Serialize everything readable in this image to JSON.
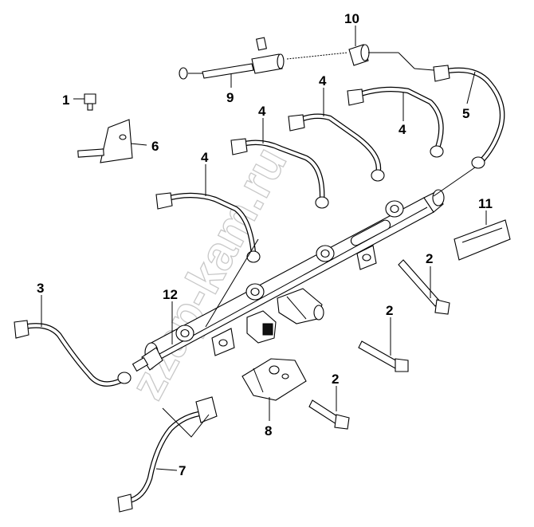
{
  "watermark": "zzap-kam.ru",
  "callouts": [
    {
      "id": "c1",
      "label": "1"
    },
    {
      "id": "c2a",
      "label": "2"
    },
    {
      "id": "c2b",
      "label": "2"
    },
    {
      "id": "c2c",
      "label": "2"
    },
    {
      "id": "c3",
      "label": "3"
    },
    {
      "id": "c4a",
      "label": "4"
    },
    {
      "id": "c4b",
      "label": "4"
    },
    {
      "id": "c4c",
      "label": "4"
    },
    {
      "id": "c4d",
      "label": "4"
    },
    {
      "id": "c5",
      "label": "5"
    },
    {
      "id": "c6",
      "label": "6"
    },
    {
      "id": "c7",
      "label": "7"
    },
    {
      "id": "c8",
      "label": "8"
    },
    {
      "id": "c9",
      "label": "9"
    },
    {
      "id": "c10",
      "label": "10"
    },
    {
      "id": "c11",
      "label": "11"
    },
    {
      "id": "c12",
      "label": "12"
    }
  ]
}
